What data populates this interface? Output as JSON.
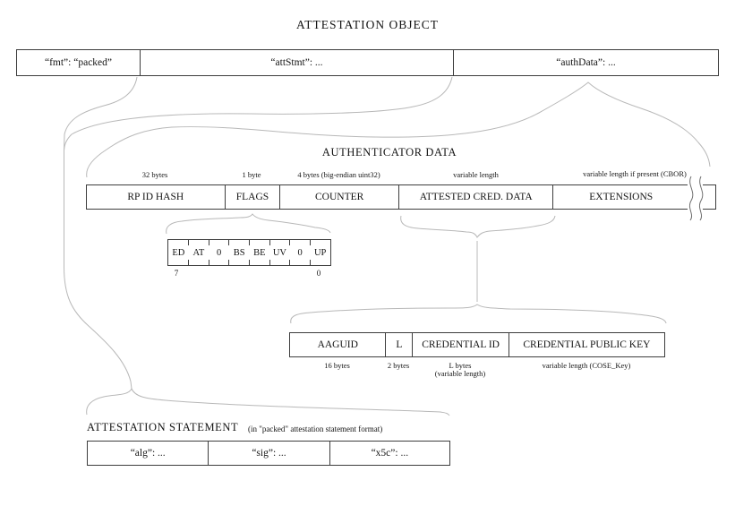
{
  "title": "ATTESTATION OBJECT",
  "attestation_object": {
    "fmt": "“fmt”: “packed”",
    "att_stmt": "“attStmt”: ...",
    "auth_data": "“authData”: ..."
  },
  "authenticator_data": {
    "heading": "AUTHENTICATOR DATA",
    "fields": [
      {
        "label": "RP ID HASH",
        "size": "32 bytes"
      },
      {
        "label": "FLAGS",
        "size": "1 byte"
      },
      {
        "label": "COUNTER",
        "size": "4 bytes (big-endian uint32)"
      },
      {
        "label": "ATTESTED CRED. DATA",
        "size": "variable length"
      },
      {
        "label": "EXTENSIONS",
        "size": "variable length if present (CBOR)"
      }
    ]
  },
  "flags_bits": {
    "bits": [
      "ED",
      "AT",
      "0",
      "BS",
      "BE",
      "UV",
      "0",
      "UP"
    ],
    "high_bit": "7",
    "low_bit": "0"
  },
  "attested_credential_data": {
    "fields": [
      {
        "label": "AAGUID",
        "size": "16 bytes"
      },
      {
        "label": "L",
        "size": "2 bytes"
      },
      {
        "label": "CREDENTIAL ID",
        "size": "L bytes",
        "size_note": "(variable length)"
      },
      {
        "label": "CREDENTIAL PUBLIC KEY",
        "size": "variable length (COSE_Key)"
      }
    ]
  },
  "attestation_statement": {
    "heading": "ATTESTATION STATEMENT",
    "format_note": "(in \"packed\" attestation statement format)",
    "fields": [
      {
        "label": "“alg”: ..."
      },
      {
        "label": "“sig”: ..."
      },
      {
        "label": "“x5c”: ..."
      }
    ]
  },
  "colors": {
    "background": "#ffffff",
    "box_border": "#3d3d3d",
    "connector_line": "#b8b8b8",
    "text": "#141414"
  }
}
